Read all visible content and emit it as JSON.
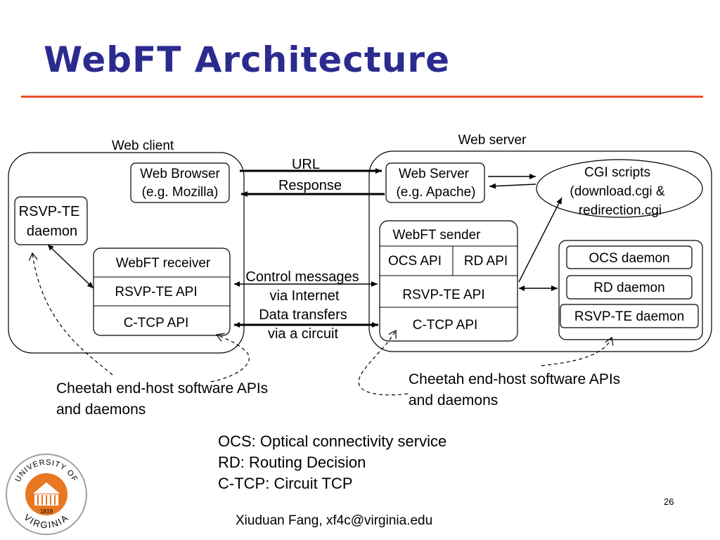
{
  "title": "WebFT Architecture",
  "colors": {
    "title": "#2b2b8f",
    "rule": "#e8502c",
    "seal": "#e87722"
  },
  "client": {
    "label": "Web client",
    "browser": [
      "Web Browser",
      "(e.g. Mozilla)"
    ],
    "rsvp_daemon": [
      "RSVP-TE",
      "daemon"
    ],
    "receiver": {
      "title": "WebFT receiver",
      "rsvp_api": "RSVP-TE API",
      "ctcp_api": "C-TCP API"
    }
  },
  "server": {
    "label": "Web server",
    "web_server": [
      "Web Server",
      "(e.g. Apache)"
    ],
    "cgi": [
      "CGI scripts",
      "(download.cgi &",
      "redirection.cgi"
    ],
    "sender": {
      "title": "WebFT sender",
      "ocs_api": "OCS API",
      "rd_api": "RD API",
      "rsvp_api": "RSVP-TE API",
      "ctcp_api": "C-TCP API"
    },
    "daemons": {
      "ocs": "OCS daemon",
      "rd": "RD daemon",
      "rsvp": "RSVP-TE daemon"
    }
  },
  "links": {
    "url": "URL",
    "response": "Response",
    "control": [
      "Control messages",
      "via Internet"
    ],
    "data": [
      "Data transfers",
      "via a circuit"
    ]
  },
  "notes": {
    "left": [
      "Cheetah end-host software APIs",
      "and daemons"
    ],
    "right": [
      "Cheetah end-host software APIs",
      "and daemons"
    ]
  },
  "legend": [
    "OCS: Optical connectivity service",
    "RD: Routing Decision",
    "C-TCP: Circuit TCP"
  ],
  "footer": "Xiuduan Fang, xf4c@virginia.edu",
  "page_number": "26",
  "seal": {
    "top_text": "UNIVERSITY OF",
    "bottom_text": "VIRGINIA",
    "year": "1819"
  }
}
